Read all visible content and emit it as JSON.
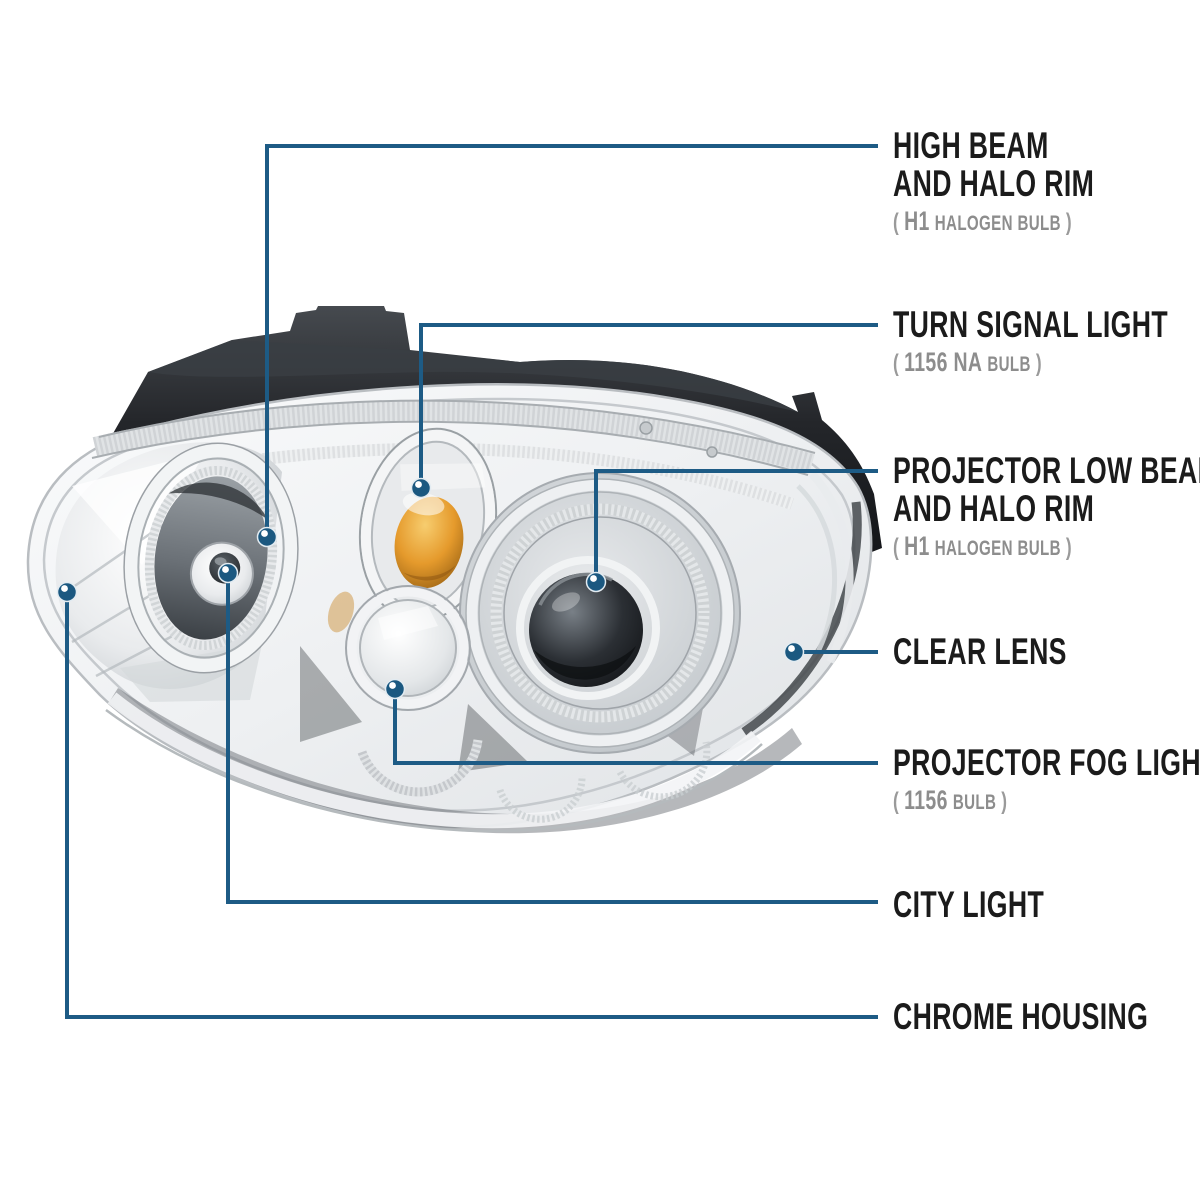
{
  "colors": {
    "background": "#ffffff",
    "callout_line": "#1d5b85",
    "callout_dot": "#1b5880",
    "label_main": "#1b1b1b",
    "label_sub": "#8d8d8d",
    "amber_bulb": "#e59a2c",
    "chrome_light": "#f2f4f5",
    "housing_black": "#1d1f22"
  },
  "callouts": [
    {
      "id": "high-beam",
      "line1": "HIGH BEAM",
      "line2": "AND HALO RIM",
      "bulb": {
        "open": "(",
        "big": "H1",
        "small": "HALOGEN BULB",
        "close": ")"
      }
    },
    {
      "id": "turn-signal",
      "line1": "TURN SIGNAL LIGHT",
      "line2": "",
      "bulb": {
        "open": "(",
        "big": "1156 NA",
        "small": "BULB",
        "close": ")"
      }
    },
    {
      "id": "low-beam",
      "line1": "PROJECTOR LOW BEAM",
      "line2": "AND HALO RIM",
      "bulb": {
        "open": "(",
        "big": "H1",
        "small": "HALOGEN BULB",
        "close": ")"
      }
    },
    {
      "id": "clear-lens",
      "line1": "CLEAR LENS"
    },
    {
      "id": "fog-light",
      "line1": "PROJECTOR FOG LIGHT",
      "line2": "",
      "bulb": {
        "open": "(",
        "big": "1156",
        "small": "BULB",
        "close": ")"
      }
    },
    {
      "id": "city-light",
      "line1": "CITY LIGHT"
    },
    {
      "id": "chrome-housing",
      "line1": "CHROME HOUSING"
    }
  ]
}
